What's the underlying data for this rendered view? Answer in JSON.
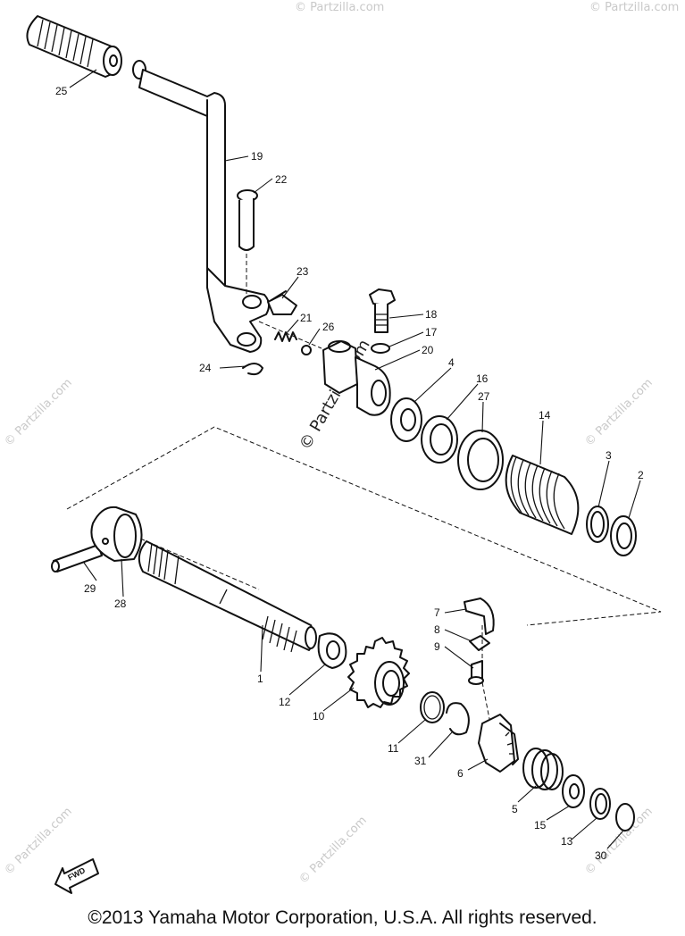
{
  "labels": {
    "l1": "1",
    "l2": "2",
    "l3": "3",
    "l4": "4",
    "l5": "5",
    "l6": "6",
    "l7": "7",
    "l8": "8",
    "l9": "9",
    "l10": "10",
    "l11": "11",
    "l12": "12",
    "l13": "13",
    "l14": "14",
    "l15": "15",
    "l16": "16",
    "l17": "17",
    "l18": "18",
    "l19": "19",
    "l20": "20",
    "l21": "21",
    "l22": "22",
    "l23": "23",
    "l24": "24",
    "l25": "25",
    "l26": "26",
    "l27": "27",
    "l28": "28",
    "l29": "29",
    "l30": "30",
    "l31": "31"
  },
  "watermark": {
    "site": "© Partzilla.com"
  },
  "fwd_label": "FWD",
  "copyright": "©2013  Yamaha Motor Corporation, U.S.A. All rights reserved."
}
